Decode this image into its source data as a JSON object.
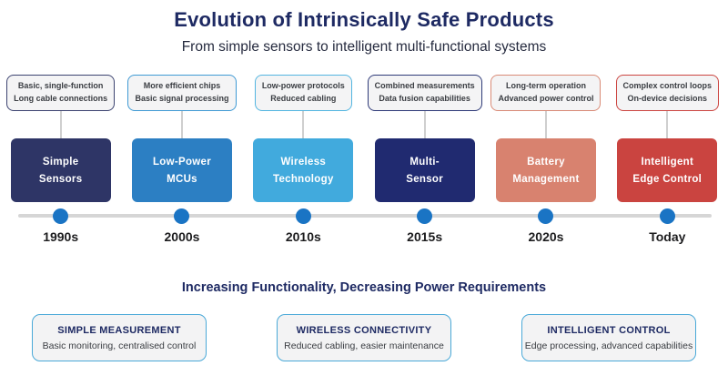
{
  "header": {
    "title": "Evolution of Intrinsically Safe Products",
    "subtitle": "From simple sensors to intelligent multi-functional systems"
  },
  "timeline": {
    "eras": [
      {
        "year": "1990s",
        "box": {
          "line1": "Simple",
          "line2": "Sensors"
        },
        "callout": {
          "line1": "Basic, single-function",
          "line2": "Long cable connections"
        },
        "box_color": "#2e3566",
        "callout_border_color": "#3c4370"
      },
      {
        "year": "2000s",
        "box": {
          "line1": "Low-Power",
          "line2": "MCUs"
        },
        "callout": {
          "line1": "More efficient chips",
          "line2": "Basic signal processing"
        },
        "box_color": "#2c7fc3",
        "callout_border_color": "#3f9ad4"
      },
      {
        "year": "2010s",
        "box": {
          "line1": "Wireless",
          "line2": "Technology"
        },
        "callout": {
          "line1": "Low-power protocols",
          "line2": "Reduced cabling"
        },
        "box_color": "#41aadd",
        "callout_border_color": "#52b5e0"
      },
      {
        "year": "2015s",
        "box": {
          "line1": "Multi-",
          "line2": "Sensor"
        },
        "callout": {
          "line1": "Combined measurements",
          "line2": "Data fusion capabilities"
        },
        "box_color": "#202a70",
        "callout_border_color": "#2e3a78"
      },
      {
        "year": "2020s",
        "box": {
          "line1": "Battery",
          "line2": "Management"
        },
        "callout": {
          "line1": "Long-term operation",
          "line2": "Advanced power control"
        },
        "box_color": "#d8826f",
        "callout_border_color": "#d98a76"
      },
      {
        "year": "Today",
        "box": {
          "line1": "Intelligent",
          "line2": "Edge Control"
        },
        "callout": {
          "line1": "Complex control loops",
          "line2": "On-device decisions"
        },
        "box_color": "#ca4440",
        "callout_border_color": "#cc4540"
      }
    ],
    "rail_color": "#d6d6d6",
    "dot_color": "#1a74c4"
  },
  "footer": {
    "heading": "Increasing Functionality, Decreasing Power Requirements",
    "cards": [
      {
        "title": "SIMPLE MEASUREMENT",
        "subtitle": "Basic monitoring, centralised control"
      },
      {
        "title": "WIRELESS CONNECTIVITY",
        "subtitle": "Reduced cabling, easier maintenance"
      },
      {
        "title": "INTELLIGENT CONTROL",
        "subtitle": "Edge processing, advanced capabilities"
      }
    ],
    "card_border_color": "#4aa9d8"
  },
  "colors": {
    "title_navy": "#1e2a63",
    "background": "#ffffff"
  }
}
